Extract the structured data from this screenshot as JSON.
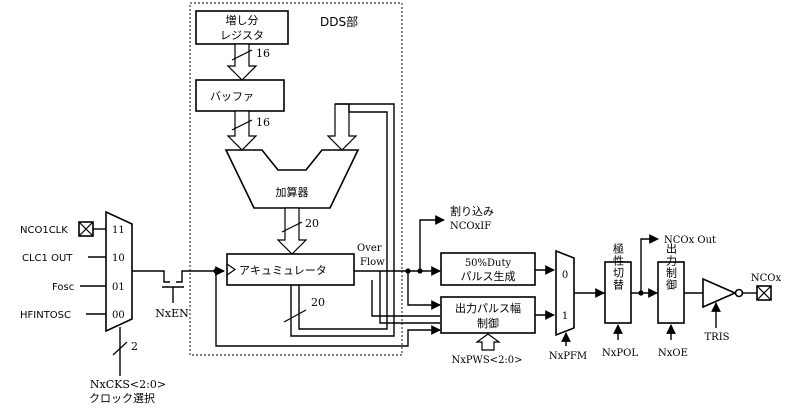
{
  "dds_section": {
    "label": "DDS部"
  },
  "blocks": {
    "increment_register": {
      "line1": "増し分",
      "line2": "レジスタ"
    },
    "buffer": {
      "label": "バッファ"
    },
    "adder": {
      "label": "加算器"
    },
    "accumulator": {
      "label": "アキュミュレータ"
    },
    "duty50": {
      "line1": "50%Duty",
      "line2": "パルス生成"
    },
    "pulse_width_ctrl": {
      "line1": "出力パルス幅",
      "line2": "制御"
    },
    "polarity": {
      "label": "極性切替"
    },
    "output_ctrl": {
      "label": "出力制御"
    }
  },
  "bus_widths": {
    "reg_to_buffer": "16",
    "buffer_to_adder": "16",
    "adder_to_acc": "20",
    "acc_feedback": "20",
    "cks_select": "2"
  },
  "inputs": [
    {
      "name": "NCO1CLK",
      "code": "11"
    },
    {
      "name": "CLC1 OUT",
      "code": "10"
    },
    {
      "name": "Fosc",
      "code": "01"
    },
    {
      "name": "HFINTOSC",
      "code": "00"
    }
  ],
  "signals": {
    "overflow": "Over Flow",
    "overflow_line1": "Over",
    "overflow_line2": "Flow",
    "interrupt_line1": "割り込み",
    "interrupt_line2": "NCOxIF",
    "nco_out": "NCOx Out",
    "ncox": "NCOx",
    "nxen": "NxEN",
    "nxcks": "NxCKS<2:0>",
    "clock_select": "クロック選択",
    "nxpws": "NxPWS<2:0>",
    "nxpfm": "NxPFM",
    "nxpol": "NxPOL",
    "nxoe": "NxOE",
    "tris": "TRIS",
    "mux2_in0": "0",
    "mux2_in1": "1"
  },
  "colors": {
    "line": "#000000",
    "background": "#ffffff"
  }
}
